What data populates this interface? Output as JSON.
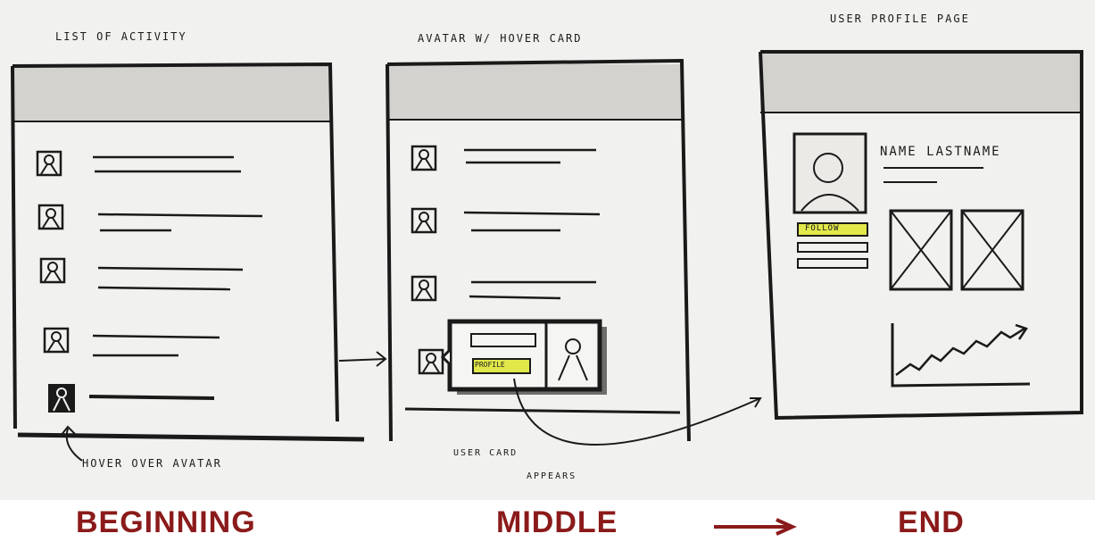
{
  "panels": {
    "beginning": {
      "title": "LIST OF ACTIVITY",
      "annotation": "HOVER OVER AVATAR"
    },
    "middle": {
      "title": "AVATAR W/ HOVER CARD",
      "annotation_line1": "USER CARD",
      "annotation_line2": "APPEARS",
      "card_button": "PROFILE"
    },
    "end": {
      "title": "USER PROFILE PAGE",
      "name": "NAME LASTNAME",
      "follow_button": "FOLLOW"
    }
  },
  "stages": {
    "beginning": "BEGINNING",
    "middle": "MIDDLE",
    "end": "END"
  },
  "colors": {
    "stage_text": "#8b1a1a",
    "highlight": "#e2e84a",
    "ink": "#1a1a1a",
    "header_fill": "#d3d2ce"
  }
}
